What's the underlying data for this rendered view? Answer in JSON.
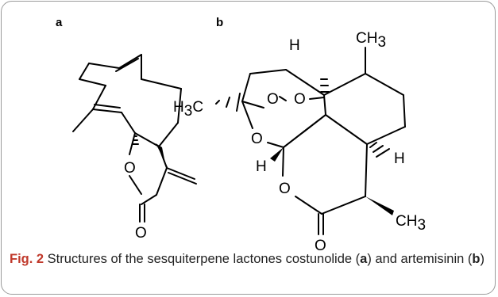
{
  "panels": {
    "a": {
      "label": "a"
    },
    "b": {
      "label": "b"
    }
  },
  "molecule_a": {
    "atom_O_ring": "O",
    "atom_O_carbonyl": "O"
  },
  "molecule_b": {
    "atom_H_top": "H",
    "group_CH3_top": "CH",
    "group_CH3_top_sub": "3",
    "group_H3C_H": "H",
    "group_H3C_sub": "3",
    "group_H3C_C": "C",
    "atom_O_peroxide_1": "O",
    "atom_O_peroxide_2": "O",
    "atom_O_left": "O",
    "atom_H_left": "H",
    "atom_H_right": "H",
    "atom_O_lactone": "O",
    "group_CH3_bottom": "CH",
    "group_CH3_bottom_sub": "3",
    "atom_O_carbonyl": "O"
  },
  "caption": {
    "fig_label": "Fig. 2",
    "text_1": " Structures of the sesquiterpene lactones costunolide (",
    "ref_a": "a",
    "text_2": ") and artemisinin (",
    "ref_b": "b",
    "text_3": ")"
  }
}
